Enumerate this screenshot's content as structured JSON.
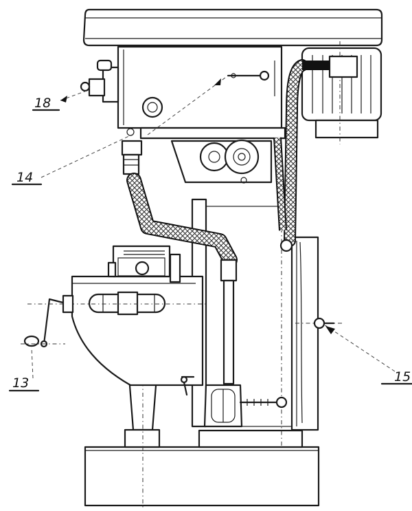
{
  "callouts": [
    {
      "id": "c18",
      "label": "18"
    },
    {
      "id": "c14",
      "label": "14"
    },
    {
      "id": "c13",
      "label": "13"
    },
    {
      "id": "c15",
      "label": "15"
    }
  ],
  "colors": {
    "ink": "#1a1a1a",
    "paper": "#ffffff",
    "hose": "#2a2a2a"
  }
}
